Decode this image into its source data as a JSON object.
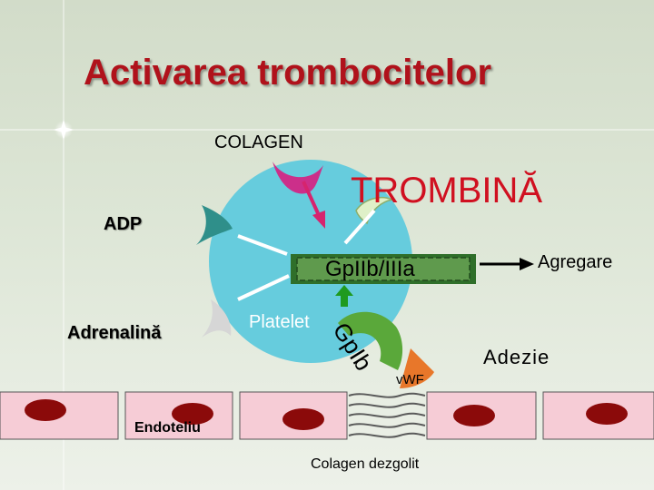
{
  "title": "Activarea trombocitelor",
  "labels": {
    "colagen": "COLAGEN",
    "trombina": "TROMBINĂ",
    "adp": "ADP",
    "adrenalina": "Adrenalină",
    "platelet": "Platelet",
    "gp2b3a": "GpIIb/IIIa",
    "agregare": "Agregare",
    "gp1b": "GpIb",
    "vwf": "vWF",
    "adezie": "Adezie",
    "endoteliu": "Endoteliu",
    "colagen_dezgolit": "Colagen dezgolit"
  },
  "colors": {
    "platelet": "#66ccdd",
    "title": "#b0121b",
    "trombina": "#d01020",
    "receptor_colagen": "#cc2f8a",
    "receptor_trombina": "#dff0c8",
    "receptor_adp": "#2f8f8a",
    "receptor_adrenalina": "#d6d6d6",
    "vwf": "#e8772a",
    "endothelial_cell": "#f6ccd6",
    "nucleus": "#8b0a0a",
    "arrow_green": "#1f9a1f"
  }
}
